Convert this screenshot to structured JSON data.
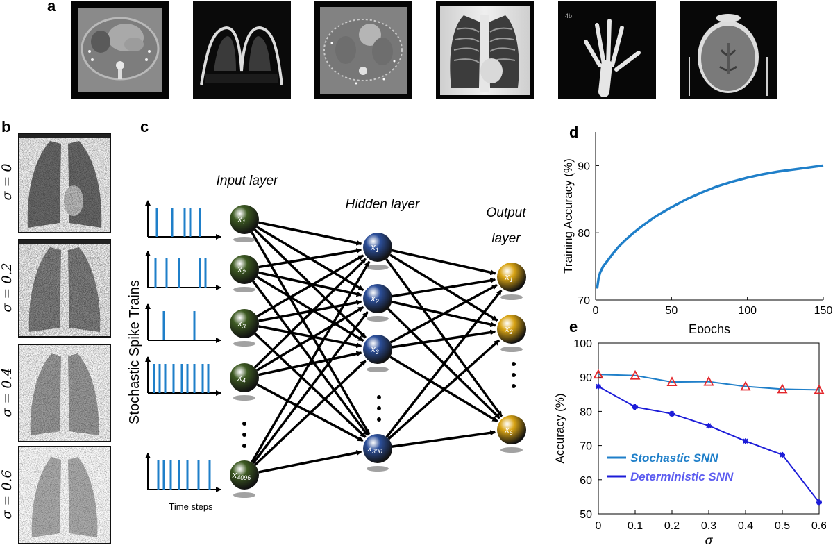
{
  "panel_labels": {
    "a": "a",
    "b": "b",
    "c": "c",
    "d": "d",
    "e": "e"
  },
  "panel_a": {
    "images": [
      {
        "name": "ct-abdomen-image"
      },
      {
        "name": "breast-mri-image"
      },
      {
        "name": "chest-ct-image"
      },
      {
        "name": "chest-xray-image"
      },
      {
        "name": "hand-xray-image"
      },
      {
        "name": "head-ct-image"
      }
    ]
  },
  "panel_b": {
    "rows": [
      {
        "label": "σ = 0"
      },
      {
        "label": "σ = 0.2"
      },
      {
        "label": "σ = 0.4"
      },
      {
        "label": "σ = 0.6"
      }
    ]
  },
  "panel_c": {
    "input_layer": "Input layer",
    "hidden_layer": "Hidden layer",
    "output_layer_line1": "Output",
    "output_layer_line2": "layer",
    "spike_axis_label": "Stochastic Spike Trains",
    "time_label": "Time steps",
    "input_nodes": [
      "x",
      "x",
      "x",
      "x",
      "x"
    ],
    "input_subs": [
      "1",
      "2",
      "3",
      "4",
      "4096"
    ],
    "hidden_nodes": [
      "x",
      "x",
      "x",
      "x"
    ],
    "hidden_subs": [
      "1",
      "2",
      "3",
      "300"
    ],
    "output_nodes": [
      "x",
      "x",
      "x"
    ],
    "output_subs": [
      "1",
      "2",
      "6"
    ],
    "colors": {
      "input": "#3d5a22",
      "hidden": "#2c4f9a",
      "output": "#d9a414",
      "spike": "#1f7fc9"
    }
  },
  "chart_data": [
    {
      "type": "line",
      "panel": "d",
      "xlabel": "Epochs",
      "ylabel": "Training Accuracy (%)",
      "xlim": [
        0,
        150
      ],
      "ylim": [
        70,
        95
      ],
      "xticks": [
        "0",
        "50",
        "100",
        "150"
      ],
      "yticks": [
        "70",
        "80",
        "90"
      ],
      "series": [
        {
          "color": "#1f7fc9",
          "x": [
            1,
            2,
            3,
            5,
            7,
            10,
            15,
            20,
            25,
            30,
            40,
            50,
            60,
            70,
            80,
            90,
            100,
            110,
            120,
            130,
            140,
            150
          ],
          "values": [
            71.7,
            73.3,
            74.1,
            75.0,
            75.6,
            76.5,
            77.9,
            79.0,
            80.0,
            80.9,
            82.5,
            83.8,
            85.0,
            86.0,
            86.9,
            87.6,
            88.2,
            88.7,
            89.1,
            89.4,
            89.7,
            90.0
          ]
        }
      ]
    },
    {
      "type": "line",
      "panel": "e",
      "xlabel": "σ",
      "ylabel": "Accuracy (%)",
      "xlim": [
        0,
        0.6
      ],
      "ylim": [
        50,
        100
      ],
      "xticks": [
        "0",
        "0.1",
        "0.2",
        "0.3",
        "0.4",
        "0.5",
        "0.6"
      ],
      "yticks": [
        "50",
        "60",
        "70",
        "80",
        "90",
        "100"
      ],
      "legend_position": "bottom-left",
      "x": [
        0,
        0.1,
        0.2,
        0.3,
        0.4,
        0.5,
        0.6
      ],
      "series": [
        {
          "name": "Stochastic SNN",
          "color": "#1f7fc9",
          "marker": "triangle",
          "values": [
            90.8,
            90.5,
            88.6,
            88.7,
            87.3,
            86.5,
            86.3
          ]
        },
        {
          "name": "Deterministic SNN",
          "color": "#1c1cd8",
          "marker": "star",
          "values": [
            87.3,
            81.3,
            79.3,
            75.8,
            71.3,
            67.3,
            53.4
          ]
        }
      ]
    }
  ]
}
